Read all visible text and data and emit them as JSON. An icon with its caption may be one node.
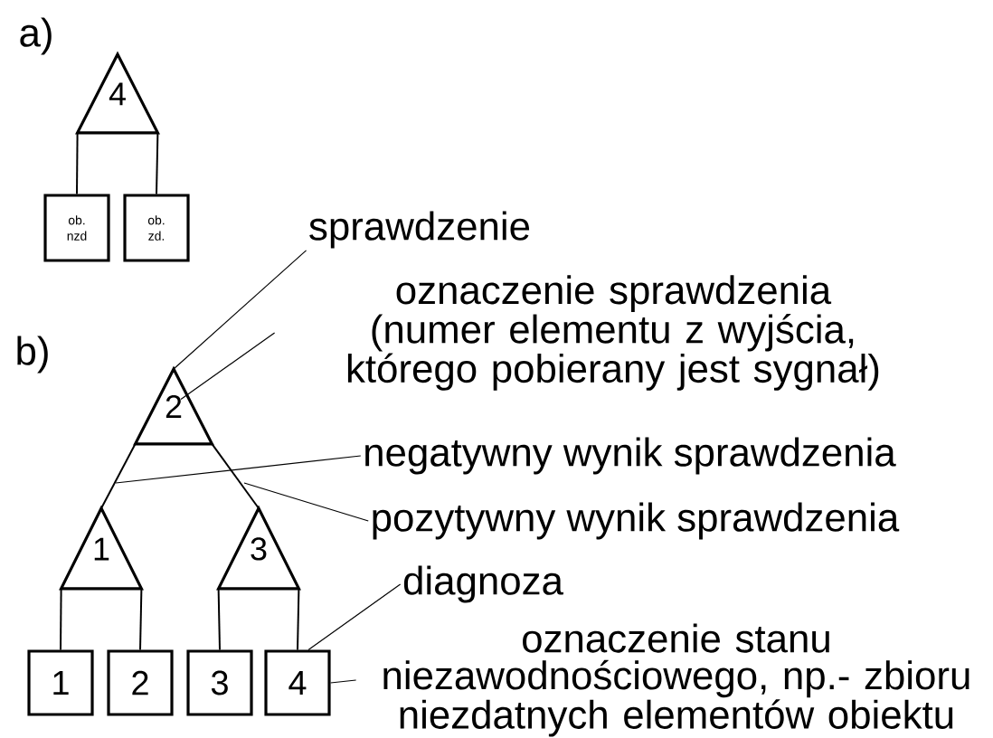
{
  "diagram": {
    "nodes": [
      {
        "text": [
          "4"
        ]
      },
      {
        "text": [
          "ob. nzd"
        ]
      },
      {
        "text": [
          "ob. zd."
        ]
      },
      {
        "text": [
          "sprawdzenie"
        ]
      },
      {
        "text": [
          "oznaczenie sprawdzenia (numer elementu z wyjścia, którego pobierany jest sygnał)"
        ]
      },
      {
        "text": [
          "2"
        ]
      },
      {
        "text": [
          "negatywny wynik sprawdzenia"
        ]
      },
      {
        "text": [
          "1"
        ]
      },
      {
        "text": [
          "3"
        ]
      },
      {
        "text": [
          "pozytywny wynik sprawdzenia"
        ]
      },
      {
        "text": [
          "diagnoza"
        ]
      },
      {
        "text": [
          "1"
        ]
      },
      {
        "text": [
          "2"
        ]
      },
      {
        "text": [
          "3"
        ]
      },
      {
        "text": [
          "4"
        ]
      },
      {
        "text": [
          "oznaczenie stanu niezawodnościowego, np.- zbioru niezdatnych elementów obiektu"
        ]
      }
    ],
    "edges": [
      {
        "from": 0,
        "to": 1,
        "arrow": "none"
      },
      {
        "from": 0,
        "to": 2,
        "arrow": "none"
      },
      {
        "from": 3,
        "to": 5,
        "arrow": "none"
      },
      {
        "from": 4,
        "to": 5,
        "arrow": "none"
      },
      {
        "from": 5,
        "to": 7,
        "arrow": "none"
      },
      {
        "from": 5,
        "to": 8,
        "arrow": "none"
      },
      {
        "from": 6,
        "to": null,
        "arrow": "none"
      },
      {
        "from": 9,
        "to": null,
        "arrow": "none"
      },
      {
        "from": 7,
        "to": 11,
        "arrow": "none"
      },
      {
        "from": 7,
        "to": 12,
        "arrow": "none"
      },
      {
        "from": 8,
        "to": 13,
        "arrow": "none"
      },
      {
        "from": 8,
        "to": 14,
        "arrow": "none"
      },
      {
        "from": 10,
        "to": 14,
        "arrow": "none"
      },
      {
        "from": 15,
        "to": 14,
        "arrow": "none"
      }
    ],
    "labels": [
      "a)",
      "b)"
    ]
  }
}
